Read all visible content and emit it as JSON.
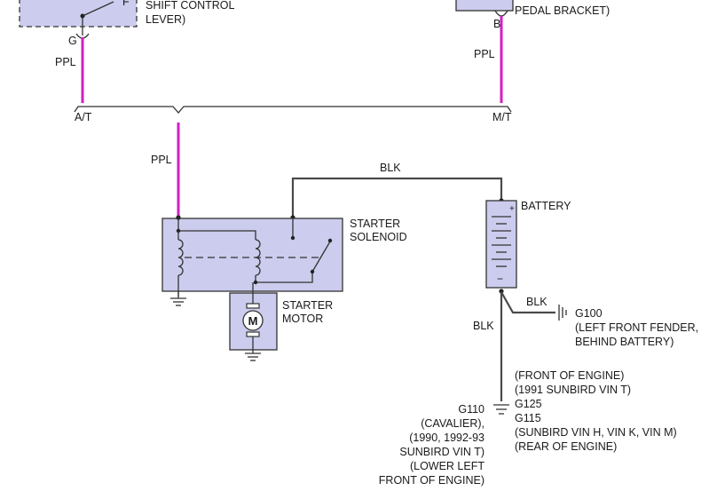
{
  "colors": {
    "ppl_wire": "#d21fc3",
    "blk_wire": "#4a4a4a",
    "component_fill": "#ccccee"
  },
  "top_left": {
    "label_line1": "SHIFT CONTROL",
    "label_line2": "LEVER)",
    "pin_f": "F",
    "pin_g": "G",
    "wire_color": "PPL"
  },
  "top_right": {
    "label": "PEDAL BRACKET)",
    "pin_b": "B",
    "wire_color": "PPL"
  },
  "splice": {
    "at_label": "A/T",
    "mt_label": "M/T",
    "down_wire_color": "PPL"
  },
  "solenoid": {
    "label_line1": "STARTER",
    "label_line2": "SOLENOID",
    "battery_wire_color": "BLK"
  },
  "motor": {
    "label_line1": "STARTER",
    "label_line2": "MOTOR",
    "symbol": "M"
  },
  "battery": {
    "label": "BATTERY",
    "plus": "+",
    "minus": "−"
  },
  "ground_g100": {
    "wire_color": "BLK",
    "name": "G100",
    "desc_line1": "(LEFT FRONT FENDER,",
    "desc_line2": "BEHIND BATTERY)"
  },
  "ground_lower": {
    "wire_color": "BLK",
    "left_lines": [
      "G110",
      "(CAVALIER),",
      "(1990, 1992-93",
      "SUNBIRD VIN T)",
      "(LOWER LEFT",
      "FRONT OF ENGINE)"
    ],
    "right_lines": [
      "(FRONT OF ENGINE)",
      "(1991 SUNBIRD VIN T)",
      "G125",
      "G115",
      "(SUNBIRD VIN H, VIN K, VIN M)",
      "(REAR OF ENGINE)"
    ]
  }
}
